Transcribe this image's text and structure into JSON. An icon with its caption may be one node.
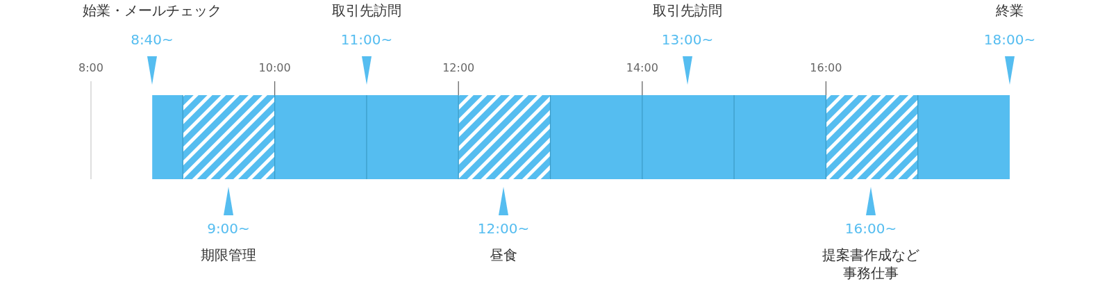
{
  "diagram": {
    "nodes": [
      {
        "text": [
          "始業・メールチェック",
          "8:40~"
        ]
      },
      {
        "text": [
          "取引先訪問",
          "11:00~"
        ]
      },
      {
        "text": [
          "取引先訪問",
          "13:00~"
        ]
      },
      {
        "text": [
          "終業",
          "18:00~"
        ]
      },
      {
        "text": [
          "9:00~",
          "期限管理"
        ]
      },
      {
        "text": [
          "12:00~",
          "昼食"
        ]
      },
      {
        "text": [
          "16:00~",
          "提案書作成など事務仕事"
        ]
      }
    ],
    "labels": [
      "8:00",
      "10:00",
      "12:00",
      "14:00",
      "16:00"
    ]
  }
}
